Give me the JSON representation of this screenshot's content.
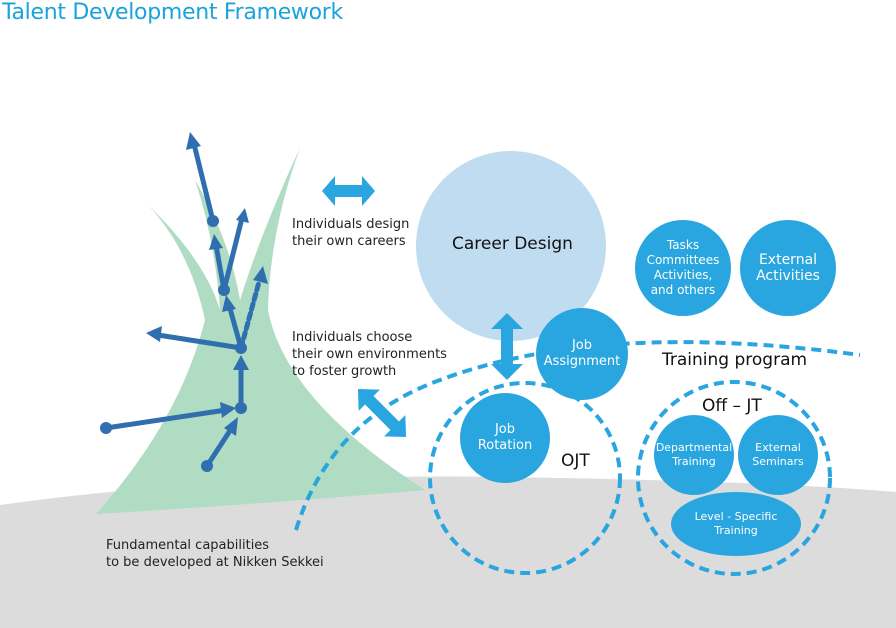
{
  "title": "Talent Development Framework",
  "colors": {
    "title": "#1aa3dc",
    "circle": "#29a5df",
    "career_circle": "#c0dcf1",
    "tree": "#b1dcc4",
    "arrow": "#2f6fb0",
    "ground": "#dcdcdc",
    "dash": "#29a5df"
  },
  "labels": {
    "design_careers": "Individuals design\ntheir own careers",
    "choose_environments": "Individuals choose\ntheir own environments\nto foster growth",
    "fundamental": "Fundamental capabilities\nto be developed at Nikken Sekkei",
    "training_program": "Training program",
    "ojt": "OJT",
    "off_jt": "Off – JT"
  },
  "circles": {
    "career_design": "Career Design",
    "tasks": "Tasks\nCommittees\nActivities,\nand others",
    "external_activities": "External\nActivities",
    "job_assignment": "Job\nAssignment",
    "job_rotation": "Job\nRotation",
    "departmental_training": "Departmental\nTraining",
    "external_seminars": "External\nSeminars",
    "level_specific_training": "Level - Specific\nTraining"
  },
  "icons": {
    "horizontal_double_arrow": "double-arrow-horizontal",
    "vertical_double_arrow": "double-arrow-vertical",
    "diagonal_double_arrow": "double-arrow-diagonal",
    "growth_tree": "growth-arrows-tree"
  }
}
